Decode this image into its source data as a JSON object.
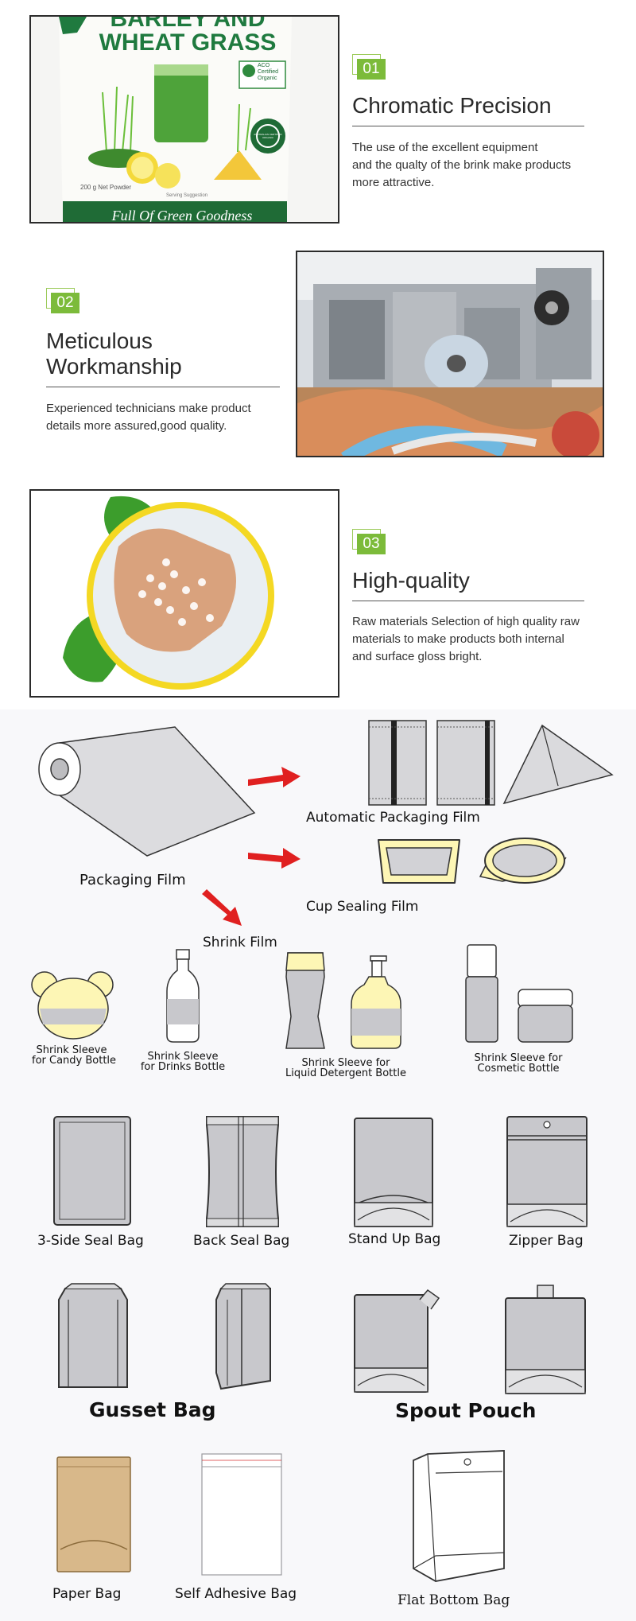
{
  "features": [
    {
      "number": "01",
      "title": "Chromatic Precision",
      "description_lines": [
        "The use of the excellent equipment",
        "and the qualty of the brink make products",
        "more attractive."
      ]
    },
    {
      "number": "02",
      "title_lines": [
        "Meticulous",
        "Workmanship"
      ],
      "description_lines": [
        "Experienced technicians make product",
        "details more assured,good quality."
      ]
    },
    {
      "number": "03",
      "title": "High-quality",
      "description_lines": [
        "Raw materials Selection of high quality raw",
        "materials to make products both internal",
        "and surface gloss bright."
      ]
    }
  ],
  "product_photo": {
    "headline_lines": [
      "BARLEY AND",
      "WHEAT GRASS"
    ],
    "badge_lines": [
      "ACO",
      "Certified",
      "Organic"
    ],
    "seal_text": "AUSTRALIAN CERTIFIED ORGANIC",
    "weight": "200 g Net Powder",
    "serving": "Serving Suggestion",
    "footer": "Full Of Green Goodness"
  },
  "diagram": {
    "packaging_film": "Packaging Film",
    "automatic_packaging_film": "Automatic Packaging Film",
    "cup_sealing_film": "Cup Sealing Film",
    "shrink_film": "Shrink Film",
    "sleeves": [
      {
        "line1": "Shrink Sleeve",
        "line2": "for Candy Bottle"
      },
      {
        "line1": "Shrink Sleeve",
        "line2": "for Drinks Bottle"
      },
      {
        "line1": "Shrink Sleeve for",
        "line2": "Liquid Detergent Bottle"
      },
      {
        "line1": "Shrink Sleeve for",
        "line2": "Cosmetic Bottle"
      }
    ],
    "bags_row1": [
      "3-Side Seal Bag",
      "Back Seal Bag",
      "Stand Up Bag",
      "Zipper Bag"
    ],
    "gusset_bag": "Gusset Bag",
    "spout_pouch": "Spout Pouch",
    "bags_row3": [
      "Paper Bag",
      "Self Adhesive Bag",
      "Flat Bottom Bag"
    ]
  },
  "colors": {
    "accent_green": "#7cbb3a",
    "arrow_red": "#e02020",
    "bag_fill": "#c8c8cc",
    "kraft": "#d8b88a",
    "pale_yellow": "#fdf6b5"
  }
}
